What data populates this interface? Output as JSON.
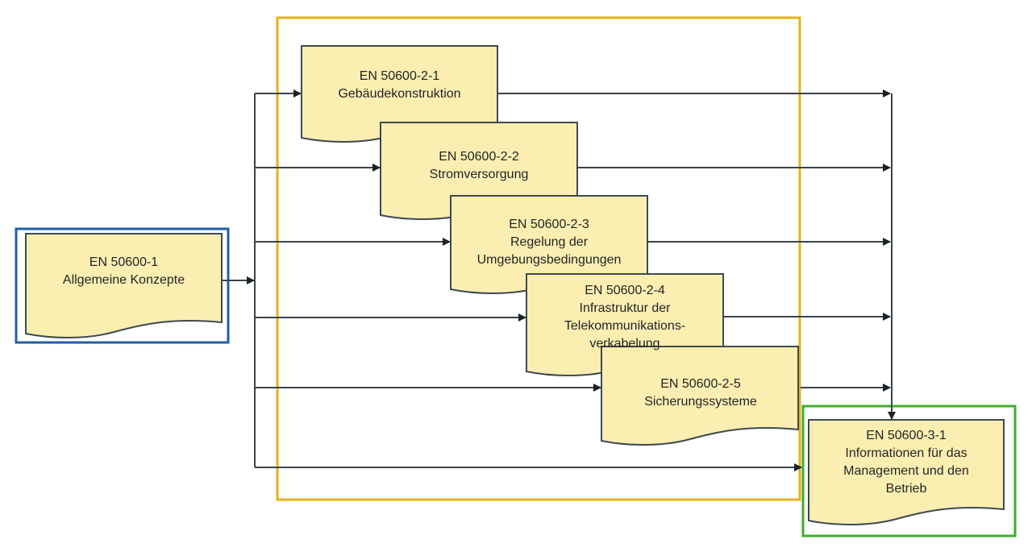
{
  "diagram": {
    "colors": {
      "doc_fill": "#fbeeb1",
      "part1_frame": "#1f5fa8",
      "part2_frame": "#e6b11c",
      "part3_frame": "#3fae2a",
      "connector": "#3a4349"
    },
    "part1": {
      "code": "EN 50600-1",
      "title": "Allgemeine Konzepte"
    },
    "part2": [
      {
        "code": "EN 50600-2-1",
        "title": "Gebäudekonstruktion"
      },
      {
        "code": "EN 50600-2-2",
        "title": "Stromversorgung"
      },
      {
        "code": "EN 50600-2-3",
        "title": "Regelung der Umgebungsbedingungen",
        "lines": [
          "Regelung der",
          "Umgebungsbedingungen"
        ]
      },
      {
        "code": "EN 50600-2-4",
        "title": "Infrastruktur der Telekommunikationsverkabelung",
        "lines": [
          "Infrastruktur der",
          "Telekommunikations-",
          "verkabelung"
        ]
      },
      {
        "code": "EN 50600-2-5",
        "title": "Sicherungssysteme"
      }
    ],
    "part3": {
      "code": "EN 50600-3-1",
      "title": "Informationen für das Management und den Betrieb",
      "lines": [
        "Informationen für das",
        "Management und den",
        "Betrieb"
      ]
    },
    "edges": [
      {
        "from": "EN 50600-1",
        "to": "EN 50600-2-1"
      },
      {
        "from": "EN 50600-1",
        "to": "EN 50600-2-2"
      },
      {
        "from": "EN 50600-1",
        "to": "EN 50600-2-3"
      },
      {
        "from": "EN 50600-1",
        "to": "EN 50600-2-4"
      },
      {
        "from": "EN 50600-1",
        "to": "EN 50600-2-5"
      },
      {
        "from": "EN 50600-1",
        "to": "EN 50600-3-1"
      },
      {
        "from": "EN 50600-2-1",
        "to": "EN 50600-3-1"
      },
      {
        "from": "EN 50600-2-2",
        "to": "EN 50600-3-1"
      },
      {
        "from": "EN 50600-2-3",
        "to": "EN 50600-3-1"
      },
      {
        "from": "EN 50600-2-4",
        "to": "EN 50600-3-1"
      },
      {
        "from": "EN 50600-2-5",
        "to": "EN 50600-3-1"
      }
    ]
  }
}
